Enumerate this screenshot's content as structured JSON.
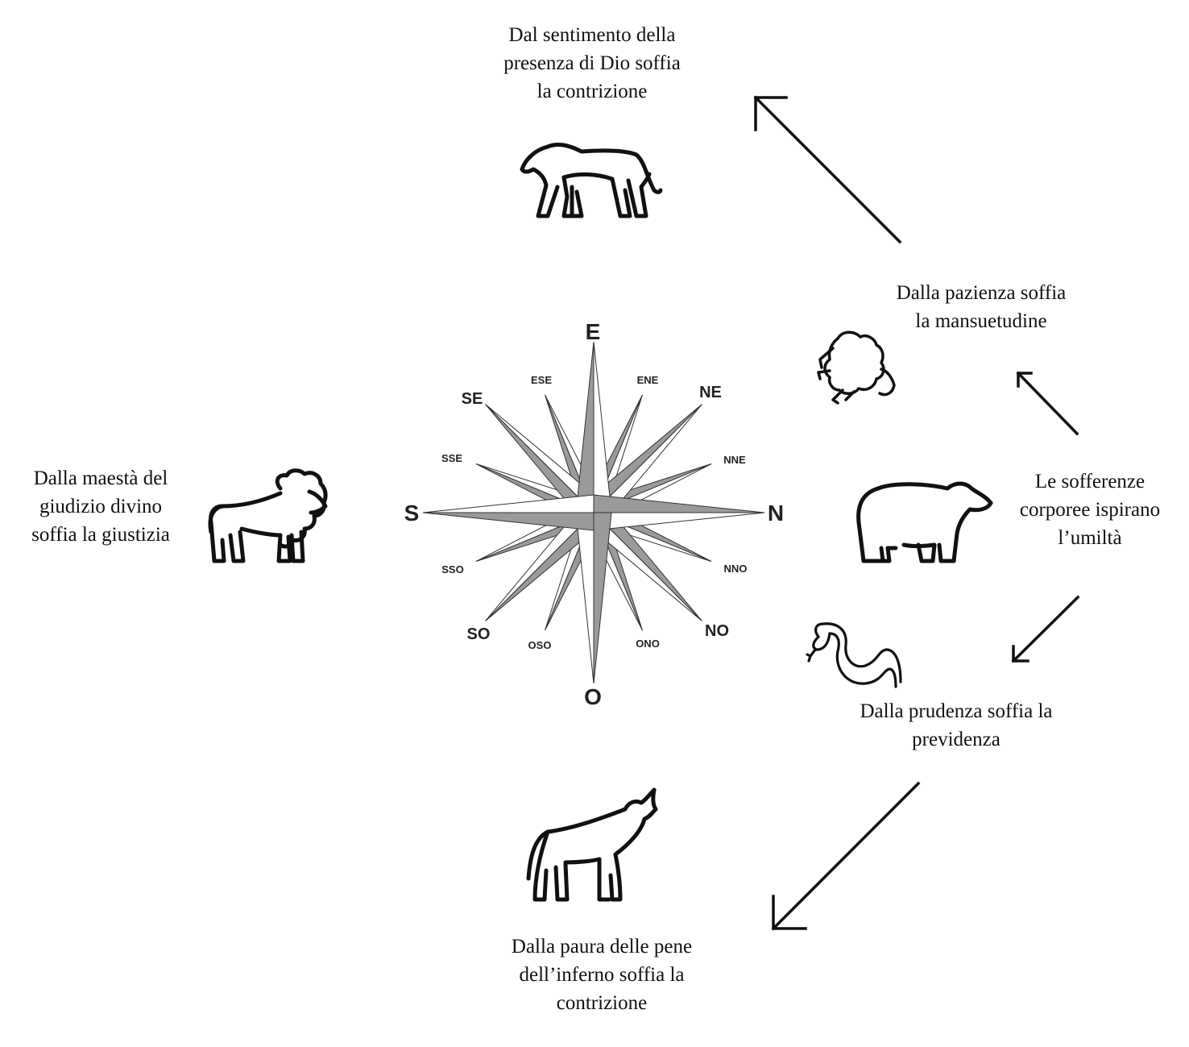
{
  "compass": {
    "labels": {
      "E": "E",
      "ENE": "ENE",
      "NE": "NE",
      "NNE": "NNE",
      "N": "N",
      "NNO": "NNO",
      "NO": "NO",
      "ONO": "ONO",
      "O": "O",
      "OSO": "OSO",
      "SO": "SO",
      "SSO": "SSO",
      "S": "S",
      "SSE": "SSE",
      "SE": "SE",
      "ESE": "ESE"
    },
    "colors": {
      "light": "#ffffff",
      "dark": "#9a9a9a",
      "stroke": "#333333"
    }
  },
  "captions": {
    "north": [
      "Dal sentimento della",
      "presenza di Dio soffia",
      "la contrizione"
    ],
    "west": [
      "Dalla maestà del",
      "giudizio divino",
      "soffia la giustizia"
    ],
    "east": [
      "Le sofferenze",
      "corporee ispirano",
      "l’umiltà"
    ],
    "sheep": [
      "Dalla pazienza soffia",
      "la mansuetudine"
    ],
    "snake": [
      "Dalla prudenza soffia la",
      "previdenza"
    ],
    "south": [
      "Dalla paura delle pene",
      "dell’inferno soffia la",
      "contrizione"
    ]
  },
  "icons": [
    "tiger-icon",
    "lion-icon",
    "bear-icon",
    "sheep-icon",
    "snake-icon",
    "wolf-icon"
  ]
}
